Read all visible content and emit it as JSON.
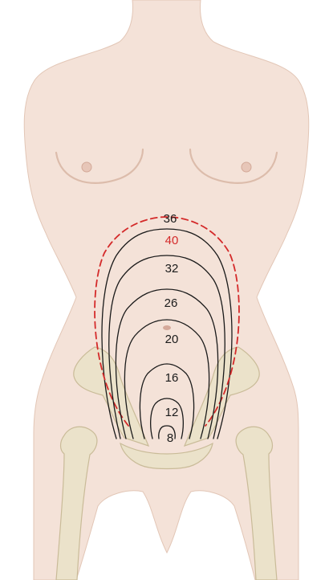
{
  "figure": {
    "colors": {
      "skin": "#f4e2d8",
      "skin_shadow": "#e3c4b4",
      "bone": "#ebe2ca",
      "bone_edge": "#c9bb98",
      "curve": "#1a1a1a",
      "term_curve": "#d42a2a"
    },
    "fundal_heights": [
      {
        "week": "36",
        "style": "solid"
      },
      {
        "week": "40",
        "style": "dashed"
      },
      {
        "week": "32",
        "style": "solid"
      },
      {
        "week": "26",
        "style": "solid"
      },
      {
        "week": "20",
        "style": "solid"
      },
      {
        "week": "16",
        "style": "solid"
      },
      {
        "week": "12",
        "style": "solid"
      },
      {
        "week": "8",
        "style": "solid"
      }
    ]
  }
}
